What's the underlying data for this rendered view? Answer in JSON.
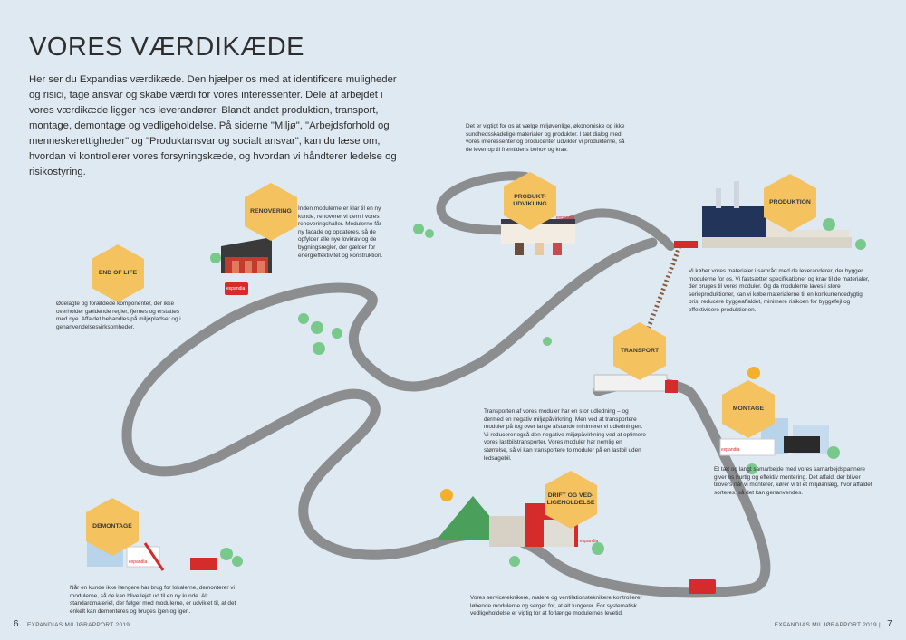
{
  "title": "VORES VÆRDIKÆDE",
  "intro": "Her ser du Expandias værdikæde. Den hjælper os med at identificere muligheder og risici, tage ansvar og skabe værdi for vores interessenter. Dele af arbejdet i vores værdikæde ligger hos leverandører. Blandt andet produktion, transport, montage, demontage og vedligeholdelse. På siderne \"Miljø\", \"Arbejdsforhold og menneskerettigheder\" og \"Produktansvar og socialt ansvar\", kan du læse om, hvordan vi kontrollerer vores forsyningskæde, og hvordan vi håndterer ledelse og risikostyring.",
  "stages": {
    "end_of_life": {
      "label": "END OF LIFE",
      "text": "Ødelagte og forældede komponenter, der ikke overholder gældende regler, fjernes og erstattes med nye. Affaldet behandles på miljøpladser og i genanvendelsesvirksomheder."
    },
    "renovering": {
      "label": "RENOVERING",
      "text": "Inden modulerne er klar til en ny kunde, renoverer vi dem i vores renoveringshaller. Modulerne får ny facade og opdateres, så de opfylder alle nye lovkrav og de bygningsregler, der gælder for energieffektivitet og konstruktion."
    },
    "produktudvikling": {
      "label": "PRODUKT-\nUDVIKLING",
      "text": "Det er vigtigt for os at vælge miljøvenlige, økonomiske og ikke sundhedsskadelige materialer og produkter. I tæt dialog med vores interessenter og producenter udvikler vi produkterne, så de lever op til fremtidens behov og krav."
    },
    "produktion": {
      "label": "PRODUKTION",
      "text": "Vi køber vores materialer i samråd med de leverandører, der bygger modulerne for os. Vi fastsætter specifikationer og krav til de materialer, der bruges til vores moduler. Og da modulerne laves i store serieproduktioner, kan vi købe materialerne til en konkurrencedygtig pris, reducere byggeaffaldet, minimere risikoen for byggefejl og effektivisere produktionen."
    },
    "transport": {
      "label": "TRANSPORT",
      "text": "Transporten af vores moduler har en stor udledning – og dermed en negativ miljøpåvirkning. Men ved at transportere moduler på tog over lange afstande minimerer vi udledningen. Vi reducerer også den negative miljøpåvirkning ved at optimere vores lastbilstransporter. Vores moduler har nemlig en størrelse, så vi kan transportere to moduler på en lastbil uden ledsagebil."
    },
    "montage": {
      "label": "MONTAGE",
      "text": "Et tæt og langt samarbejde med vores samarbejdspartnere giver os hurtig og effektiv montering. Det affald, der bliver tilovers når vi monterer, kører vi til et miljøanlæg, hvor affaldet sorteres, så det kan genanvendes."
    },
    "drift": {
      "label": "DRIFT OG VED-\nLIGEHOLDELSE",
      "text": "Vores serviceteknikere, malere og ventilationsteknikere kontrollerer løbende modulerne og sørger for, at alt fungerer. For systematisk vedligeholdelse er vigtig for at forlænge modulernes levetid."
    },
    "demontage": {
      "label": "DEMONTAGE",
      "text": "Når en kunde ikke længere har brug for lokalerne, demonterer vi modulerne, så de kan blive lejet ud til en ny kunde. Alt standardmateriel, der følger med modulerne, er udviklet til, at det enkelt kan demonteres og bruges igen og igen."
    }
  },
  "brand": "expandia",
  "footer": {
    "left_number": "6",
    "left_text": "EXPANDIAS MILJØRAPPORT 2019",
    "right_text": "EXPANDIAS MILJØRAPPORT 2019",
    "right_number": "7"
  },
  "colors": {
    "background": "#dfe9f2",
    "road": "#8c8d8f",
    "hexagon": "#f4c25e",
    "brand_red": "#d52b2b",
    "tree_green": "#79c98d",
    "building_blue": "#b8d4ea"
  }
}
